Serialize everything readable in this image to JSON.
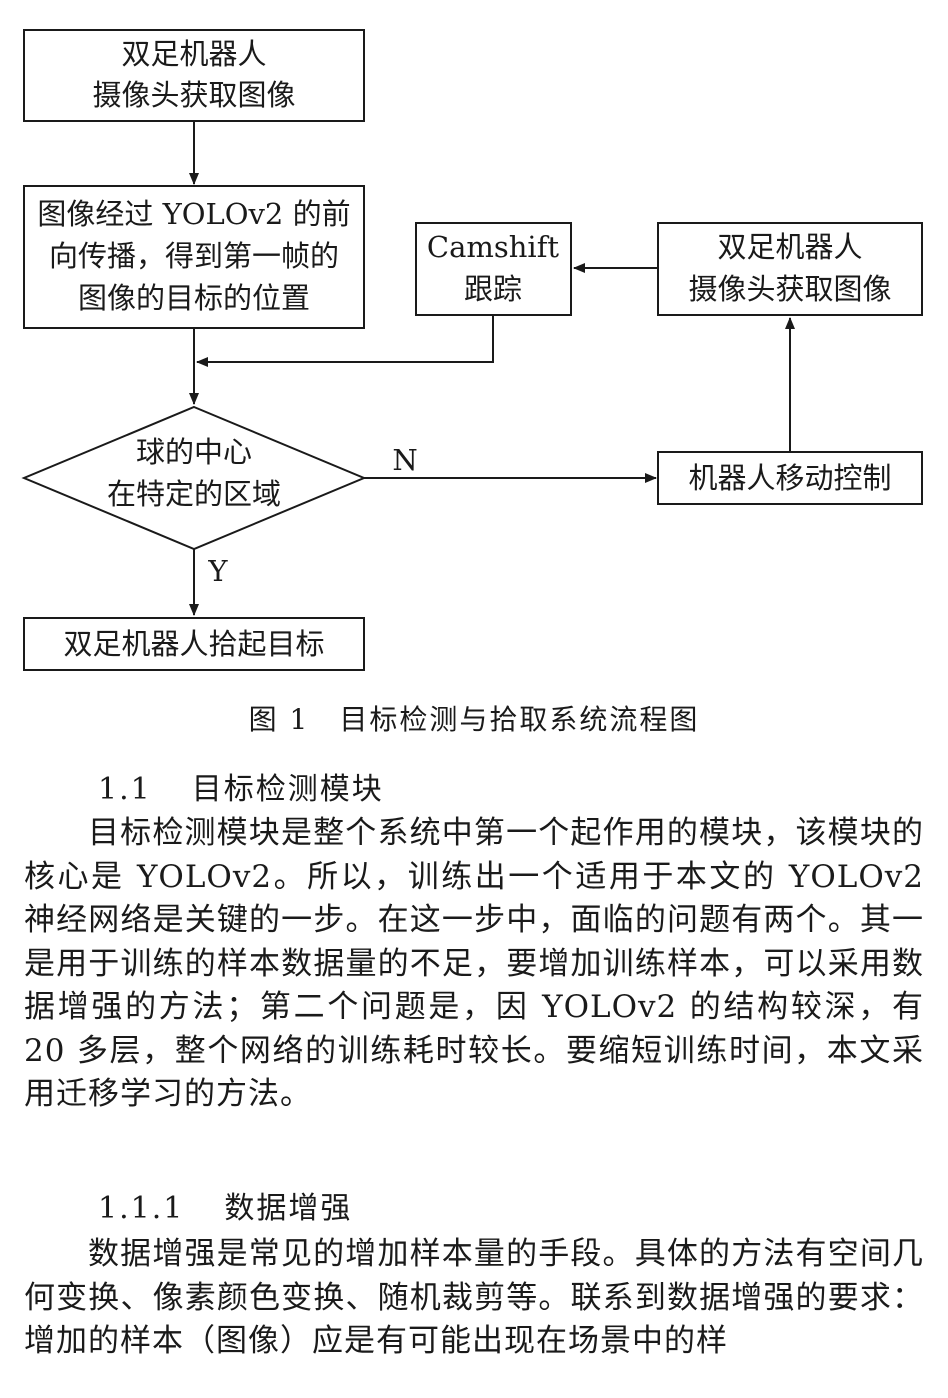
{
  "figure": {
    "nodes": {
      "capture_1": [
        "双足机器人",
        "摄像头获取图像"
      ],
      "yolo": [
        "图像经过 YOLOv2 的前",
        "向传播，得到第一帧的",
        "图像的目标的位置"
      ],
      "camshift": [
        "Camshift",
        "跟踪"
      ],
      "capture_2": [
        "双足机器人",
        "摄像头获取图像"
      ],
      "decision": [
        "球的中心",
        "在特定的区域"
      ],
      "move": [
        "机器人移动控制"
      ],
      "pick": [
        "双足机器人拾起目标"
      ]
    },
    "edge_labels": {
      "no": "N",
      "yes": "Y"
    },
    "caption": "图 1　目标检测与拾取系统流程图"
  },
  "section_1": {
    "number": "1.1",
    "title": "目标检测模块"
  },
  "paragraph_1": "目标检测模块是整个系统中第一个起作用的模块，该模块的核心是 YOLOv2。所以，训练出一个适用于本文的 YOLOv2 神经网络是关键的一步。在这一步中，面临的问题有两个。其一是用于训练的样本数据量的不足，要增加训练样本，可以采用数据增强的方法；第二个问题是，因 YOLOv2 的结构较深，有 20 多层，整个网络的训练耗时较长。要缩短训练时间，本文采用迁移学习的方法。",
  "section_2": {
    "number": "1.1.1",
    "title": "数据增强"
  },
  "paragraph_2": "数据增强是常见的增加样本量的手段。具体的方法有空间几何变换、像素颜色变换、随机裁剪等。联系到数据增强的要求：增加的样本（图像）应是有可能出现在场景中的样"
}
